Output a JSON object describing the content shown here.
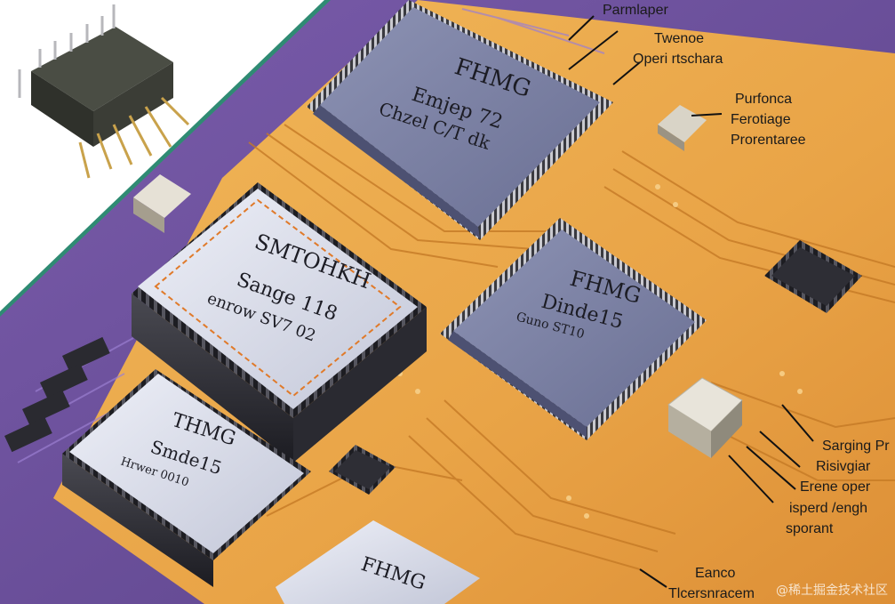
{
  "callouts": {
    "top_center": "Parmlaper",
    "top_right": [
      "Twenoe",
      "Operi rtschara"
    ],
    "upper_right": [
      "Purfonca",
      "Ferotiage",
      "Prorentaree"
    ],
    "mid_right": [
      "Sarging Pr",
      "Risivgiar",
      "Erene oper",
      "isperd /engh",
      "sporant"
    ],
    "bottom": [
      "Eanco",
      "Tlcersnracem"
    ]
  },
  "chips": {
    "top_large": [
      "FHMG",
      "Emjep 72",
      "Chzel C/T dk"
    ],
    "left_module": [
      "SMTOHKH",
      "Sange 118",
      "enrow SV7 02"
    ],
    "center_right": [
      "FHMG",
      "Dinde15",
      "Guno ST10"
    ],
    "lower_left": [
      "THMG",
      "Smde15",
      "Hrwer 0010"
    ],
    "bottom_partial": [
      "FHMG"
    ]
  },
  "watermark": "@稀土掘金技术社区",
  "colors": {
    "board_orange": "#e9a447",
    "board_purple": "#6a4f9a",
    "chip_face": "#7c82a6",
    "chip_silver": "#c9ccd9",
    "trace": "#d18a2e",
    "edge_green": "#2f8b73"
  }
}
